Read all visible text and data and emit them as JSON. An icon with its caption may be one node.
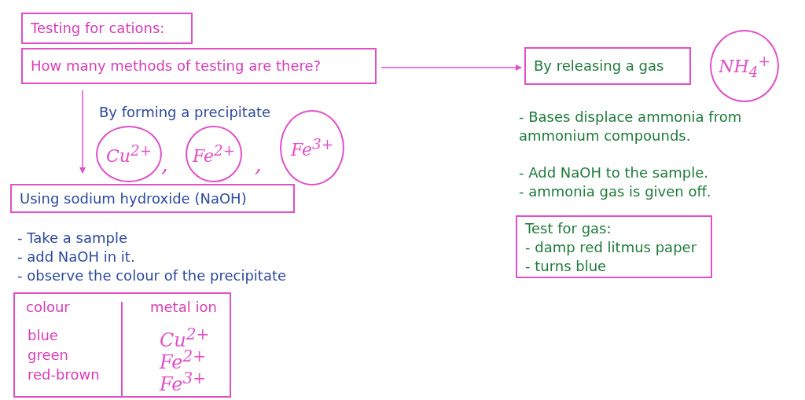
{
  "diagram": {
    "nodes": [
      {
        "text": [
          "Testing for cations:"
        ]
      },
      {
        "text": [
          "How many methods of testing are there?"
        ]
      },
      {
        "text": [
          "By releasing a gas"
        ]
      },
      {
        "text": [
          "NH$_{4}$$^{+}$"
        ]
      },
      {
        "text": [
          "Using sodium hydroxide (NaOH)"
        ]
      },
      {
        "text": [
          "Cu$^{2+}$"
        ]
      },
      {
        "text": [
          "Fe$^{2+}$"
        ]
      },
      {
        "text": [
          "Fe$^{3+}$"
        ]
      },
      {
        "text": [
          "Test for gas:",
          "- damp red litmus paper",
          "- turns blue"
        ]
      },
      {
        "text": [
          "colour",
          "blue",
          "green",
          "red-brown",
          "metal ion",
          "Cu$^{2+}$",
          "Fe$^{2+}$",
          "Fe$^{3+}$"
        ]
      }
    ],
    "edges": [
      {
        "from": 1,
        "to": 2,
        "arrow": "to"
      },
      {
        "from": 1,
        "to": 4,
        "arrow": "to"
      }
    ],
    "labels": [
      "By forming a precipitate",
      ",",
      ",",
      "- Bases displace ammonia from ammonium compounds.",
      "- Add NaOH to the sample.",
      "- ammonia gas is given off.",
      "- Take a sample",
      "- add NaOH in it.",
      "- observe the colour of the precipitate"
    ]
  }
}
